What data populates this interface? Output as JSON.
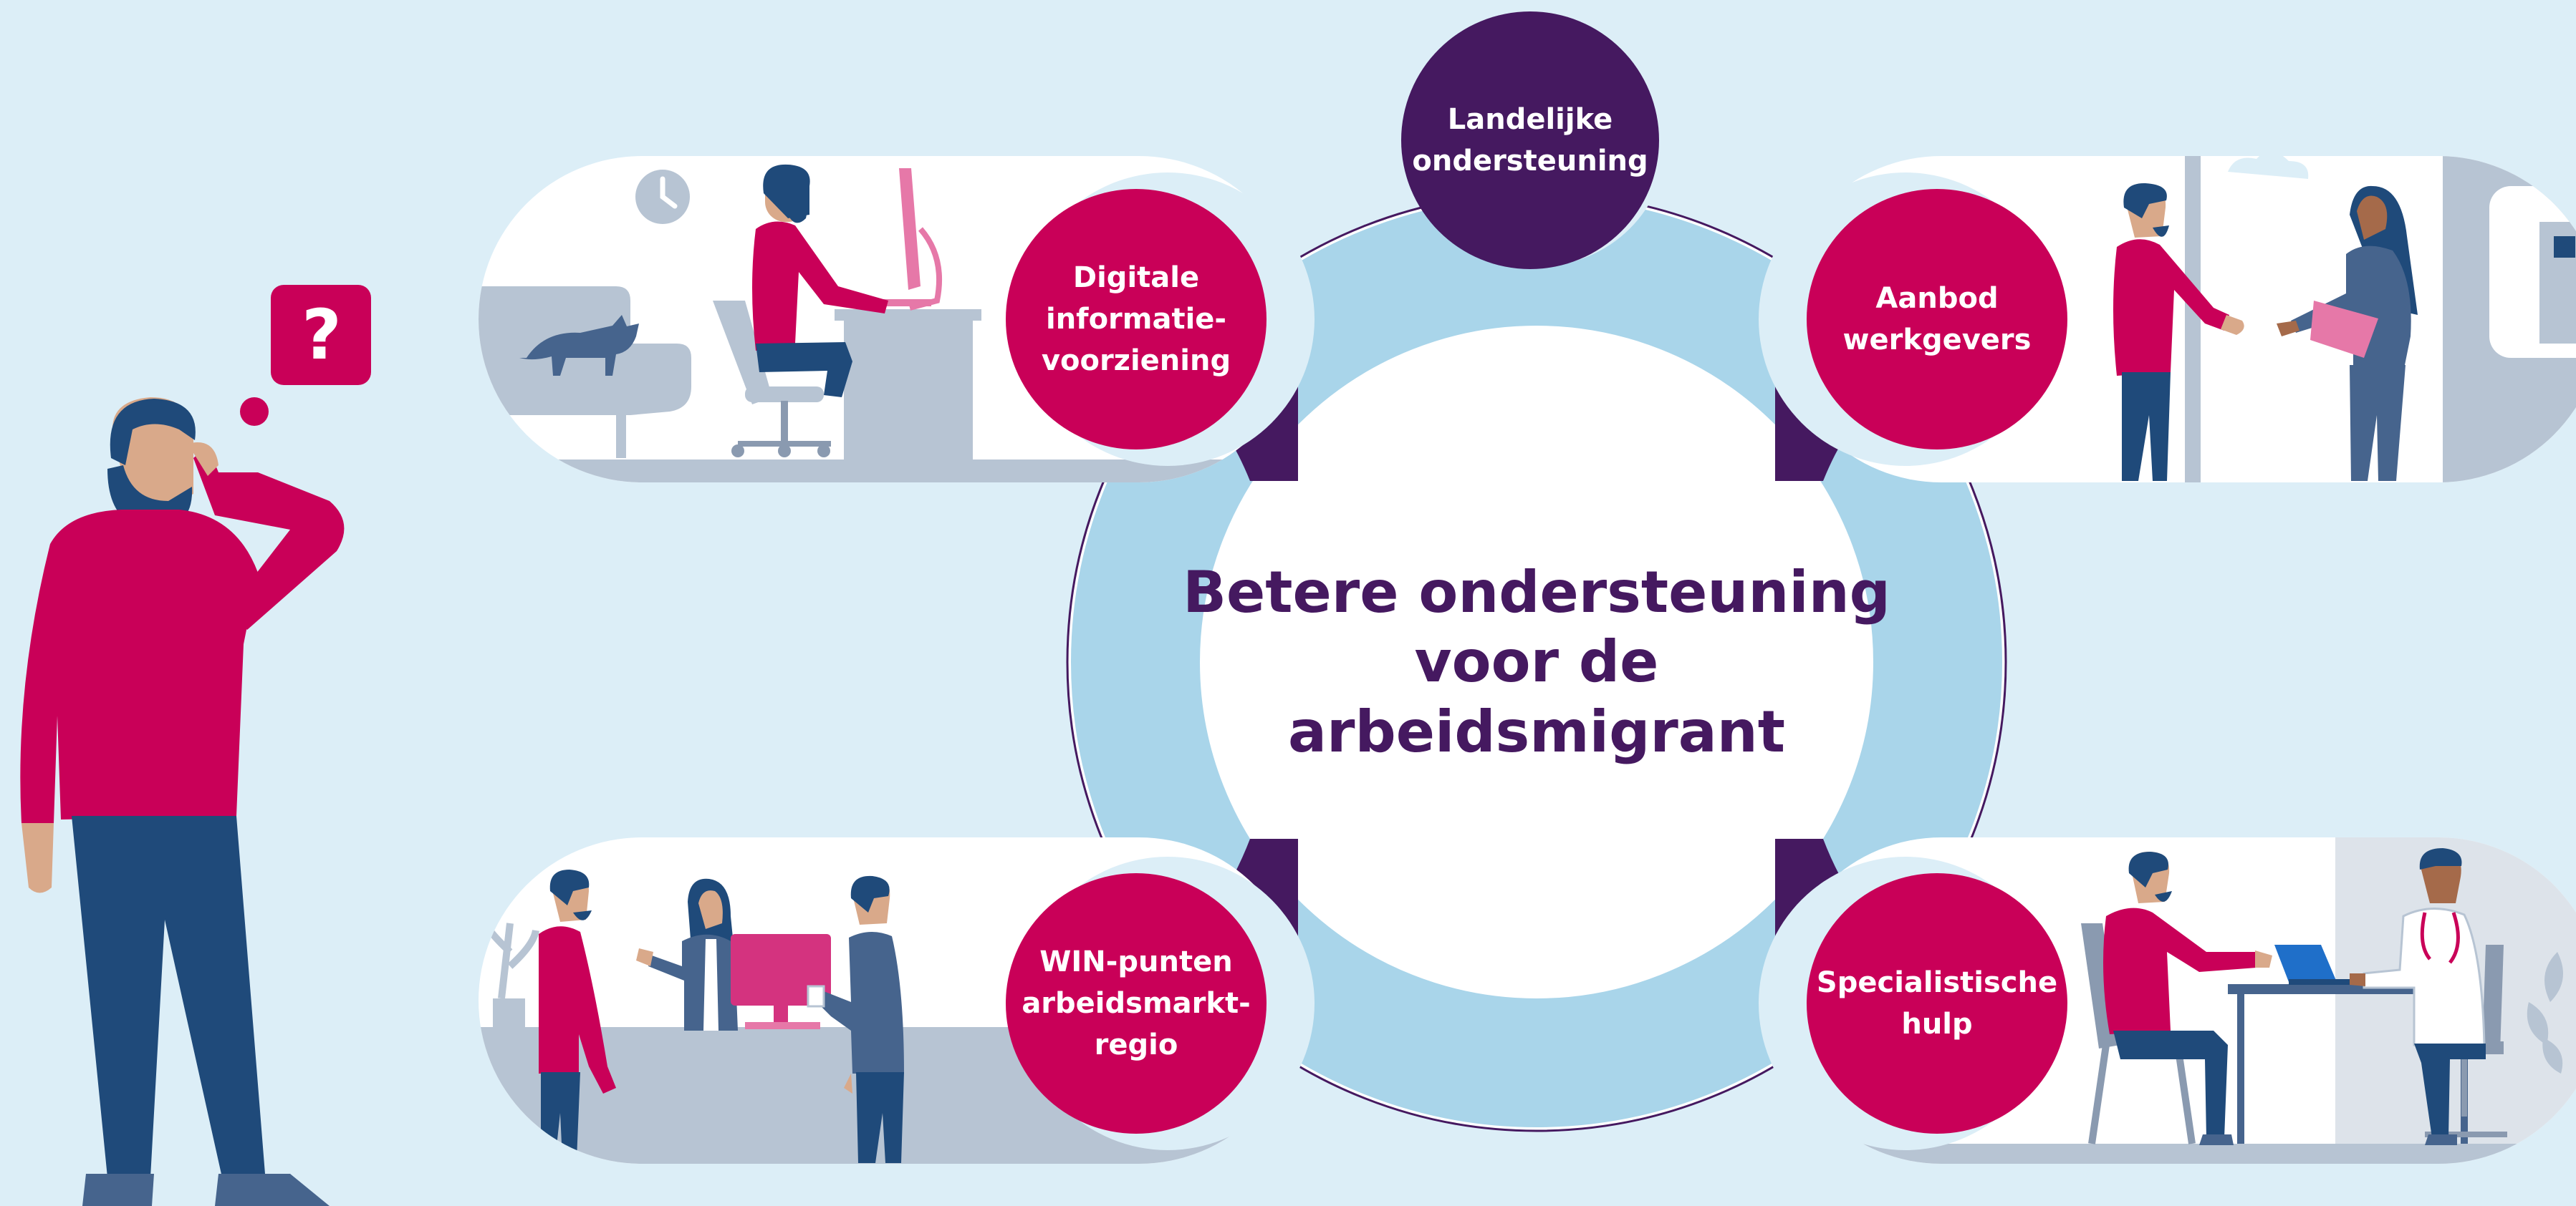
{
  "diagram": {
    "center_title": "Betere ondersteuning\nvoor de\narbeidsmigrant",
    "top_node": "Landelijke\nondersteuning",
    "nodes": {
      "top_left": "Digitale\ninformatie-\nvoorziening",
      "top_right": "Aanbod\nwerkgevers",
      "bottom_left": "WIN-punten\narbeidsmarkt-\nregio",
      "bottom_right": "Specialistische\nhulp"
    },
    "thought_bubble": "?"
  },
  "colors": {
    "background": "#dceef7",
    "ring": "#a9d5ea",
    "dark_purple": "#451960",
    "magenta": "#c90058",
    "navy": "#1f4a7a",
    "grey_blue": "#b7c4d3",
    "skin": "#d9a98a",
    "white": "#ffffff"
  }
}
